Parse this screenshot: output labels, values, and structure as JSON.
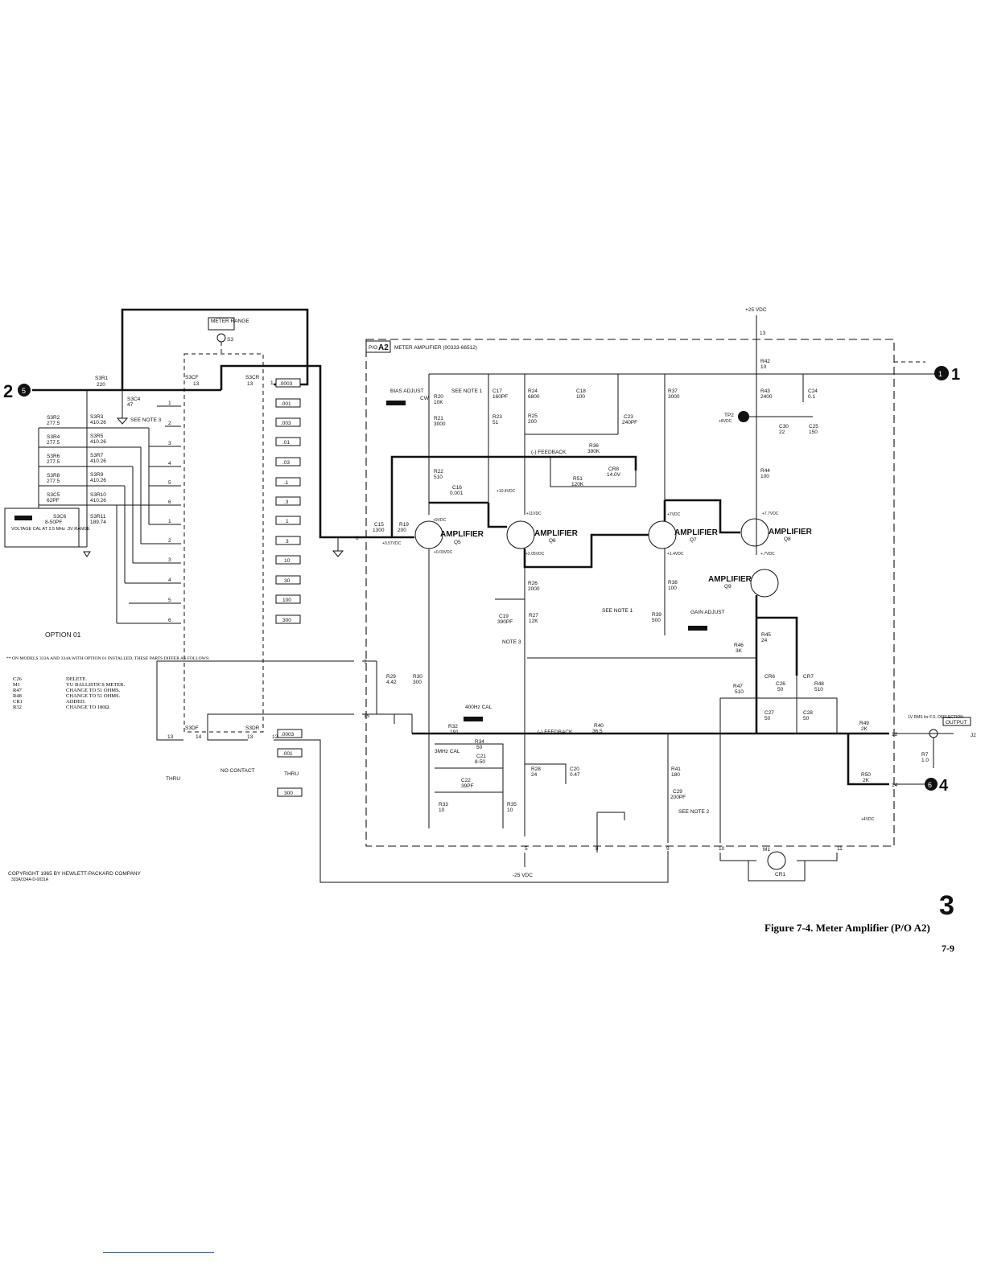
{
  "board": {
    "prefix": "P/O",
    "id": "A2",
    "title": "METER AMPLIFIER (00333-66512)"
  },
  "supply": {
    "plus": "+25 VDC",
    "minus": "-25 VDC"
  },
  "connectors": {
    "in_left": "2",
    "in_left_sub": "5",
    "out_right": "1",
    "out_right_sub": "1",
    "out_bottom": "4",
    "out_bottom_sub": "6"
  },
  "switch": {
    "label": "METER RANGE",
    "ref": "S3",
    "sections": [
      "S3CF",
      "S3CR",
      "S3DF",
      "S3DR"
    ],
    "upper_ranges": [
      ".0003",
      ".001",
      ".003",
      ".01",
      ".03",
      ".1",
      ".3",
      "1",
      "3",
      "10",
      "30",
      "100",
      "300"
    ],
    "lower_ranges": [
      ".0003",
      ".001",
      "300"
    ],
    "thru": "THRU",
    "no_contact": "NO CONTACT",
    "pos_nums": [
      "1",
      "2",
      "3",
      "4",
      "5",
      "6",
      "1",
      "2",
      "3",
      "4",
      "5",
      "6"
    ],
    "term": [
      "13",
      "14",
      "13",
      "1",
      "12"
    ]
  },
  "attenuator": {
    "s3r1": [
      "S3R1",
      "220"
    ],
    "s3c4": [
      "S3C4",
      "47"
    ],
    "see_note": "SEE NOTE 3",
    "left": [
      [
        "S3R2",
        "277.5"
      ],
      [
        "S3R4",
        "277.5"
      ],
      [
        "S3R6",
        "277.5"
      ],
      [
        "S3R8",
        "277.5"
      ],
      [
        "S3C5",
        "62PF"
      ]
    ],
    "right": [
      [
        "S3R3",
        "410.26"
      ],
      [
        "S3R5",
        "410.26"
      ],
      [
        "S3R7",
        "410.26"
      ],
      [
        "S3R9",
        "410.26"
      ],
      [
        "S3R10",
        "410.26"
      ],
      [
        "S3R11",
        "189.74"
      ]
    ],
    "s3c6": [
      "S3C6",
      "8-50PF"
    ],
    "vcal": "VOLTAGE CAL AT 2.5 MHz .3V RANGE"
  },
  "option": "OPTION 01",
  "option_note": {
    "intro": "** ON MODELS 333A AND 334A WITH OPTION 01 INSTALLED, THESE PARTS DIFFER AS FOLLOWS:",
    "rows": [
      [
        "C26",
        "DELETE."
      ],
      [
        "M1",
        "VU BALLISTICS METER."
      ],
      [
        "R47",
        "CHANGE TO 51 OHMS."
      ],
      [
        "R48",
        "CHANGE TO 51 OHMS."
      ],
      [
        "CR1",
        "ADDED."
      ],
      [
        "R32",
        "CHANGE TO 180Ω."
      ]
    ]
  },
  "components": {
    "bias": "BIAS ADJUST",
    "r20": [
      "R20",
      "10K"
    ],
    "see_note1": "SEE NOTE 1",
    "cw": "CW",
    "r21": [
      "R21",
      "3000"
    ],
    "c17": [
      "C17",
      "160PF"
    ],
    "r24": [
      "R24",
      "6800"
    ],
    "c18": [
      "C18",
      "100"
    ],
    "r23": [
      "R23",
      "51"
    ],
    "r25": [
      "R25",
      "200"
    ],
    "c23": [
      "C23",
      "240PF"
    ],
    "r37": [
      "R37",
      "3000"
    ],
    "r42": [
      "R42",
      "10"
    ],
    "r43": [
      "R43",
      "2400"
    ],
    "c24": [
      "C24",
      "0.1"
    ],
    "tp2": [
      "TP2",
      "+8VDC"
    ],
    "c30": [
      "C30",
      "22"
    ],
    "c25": [
      "C25",
      "150"
    ],
    "feedback": "(-) FEEDBACK",
    "r36": [
      "R36",
      "390K"
    ],
    "cr8": [
      "CR8",
      "14.0V"
    ],
    "r51": [
      "R51",
      "120K"
    ],
    "r22": [
      "R22",
      "510"
    ],
    "c16": [
      "C16",
      "0.001"
    ],
    "r44": [
      "R44",
      "100"
    ],
    "c15": [
      "C15",
      "1300"
    ],
    "r19": [
      "R19",
      "200"
    ],
    "r26": [
      "R26",
      "2000"
    ],
    "c19": [
      "C19",
      "390PF"
    ],
    "r27": [
      "R27",
      "12K"
    ],
    "note3": "NOTE 3",
    "r38": [
      "R38",
      "100"
    ],
    "r39": [
      "R39",
      "500"
    ],
    "gain": "GAIN ADJUST",
    "see_note_l": "SEE NOTE 1",
    "r45": [
      "R45",
      "24"
    ],
    "r46": [
      "R46",
      "3K"
    ],
    "cr6": "CR6",
    "cr7": "CR7",
    "r47": [
      "R47",
      "510"
    ],
    "c26": [
      "C26",
      "50"
    ],
    "r48": [
      "R48",
      "510"
    ],
    "c27": [
      "C27",
      "50"
    ],
    "c28": [
      "C28",
      "50"
    ],
    "r29": [
      "R29",
      "4.42"
    ],
    "r30": [
      "R30",
      "300"
    ],
    "cal400": "400Hz CAL",
    "r32": [
      "R32",
      "191"
    ],
    "r34": [
      "R34",
      "50"
    ],
    "cal3": "3MHz CAL",
    "c21": [
      "C21",
      "8-50"
    ],
    "c22": [
      "C22",
      "39PF"
    ],
    "r40": [
      "R40",
      "36.5"
    ],
    "r33": [
      "R33",
      "10"
    ],
    "r35": [
      "R35",
      "10"
    ],
    "r28": [
      "R28",
      "24"
    ],
    "c20": [
      "C20",
      "0.47"
    ],
    "r41": [
      "R41",
      "180"
    ],
    "c29": [
      "C29",
      "200PF"
    ],
    "see_note2": "SEE NOTE 2",
    "r49": [
      "R49",
      "2K"
    ],
    "r50": [
      "R50",
      "2K"
    ],
    "r7": [
      "R7",
      "1.0"
    ],
    "output": "OUTPUT",
    "j2": "J2",
    "out_note": "1V RMS for F.S. DEFLECTION",
    "m1": "M1",
    "cr1": "CR1",
    "four": "+4VDC"
  },
  "stages": [
    {
      "label": "AMPLIFIER",
      "ref": "Q5"
    },
    {
      "label": "AMPLIFIER",
      "ref": "Q6"
    },
    {
      "label": "AMPLIFIER",
      "ref": "Q7"
    },
    {
      "label": "AMPLIFIER",
      "ref": "Q8"
    },
    {
      "label": "AMPLIFIER",
      "ref": "Q9"
    }
  ],
  "voltages": [
    "+9VDC",
    "+0.57VDC",
    "+0.03VDC",
    "+10.4VDC",
    "+11VDC",
    "+2.05VDC",
    "+7VDC",
    "+1.4VDC",
    "+7.7VDC",
    "+.7VDC"
  ],
  "pins": [
    "13",
    "6",
    "7",
    "15",
    "5",
    "8",
    "9",
    "10",
    "11",
    "12",
    "14"
  ],
  "copyright": "COPYRIGHT 1965 BY HEWLETT-PACKARD COMPANY",
  "drawing_no": "333A/334A-D-0031A",
  "page": {
    "section": "3",
    "caption": "Figure 7-4.  Meter Amplifier (P/O A2)",
    "number": "7-9"
  }
}
